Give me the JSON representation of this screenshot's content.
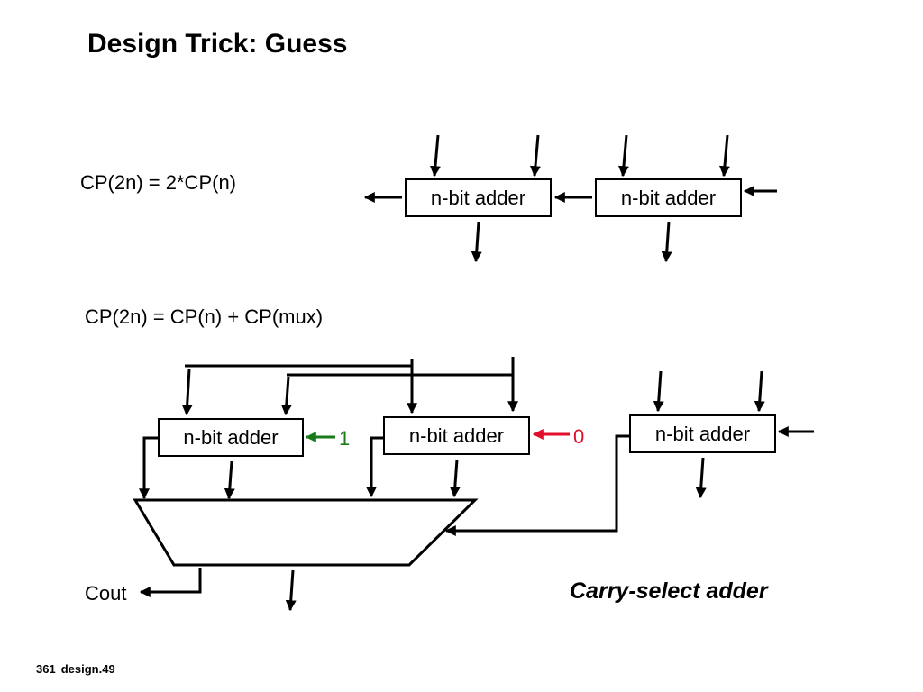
{
  "slide": {
    "title": "Design Trick: Guess",
    "equation_ripple": "CP(2n) = 2*CP(n)",
    "equation_select": "CP(2n) = CP(n) + CP(mux)",
    "adder_label": "n-bit adder",
    "carry_in_one": "1",
    "carry_in_zero": "0",
    "cout_label": "Cout",
    "caption": "Carry-select adder",
    "footer": {
      "page": "361",
      "code": "design.49"
    }
  },
  "colors": {
    "line": "#000000",
    "carry_one_arrow": "#1a7a1a",
    "carry_zero_arrow": "#e0102a"
  }
}
